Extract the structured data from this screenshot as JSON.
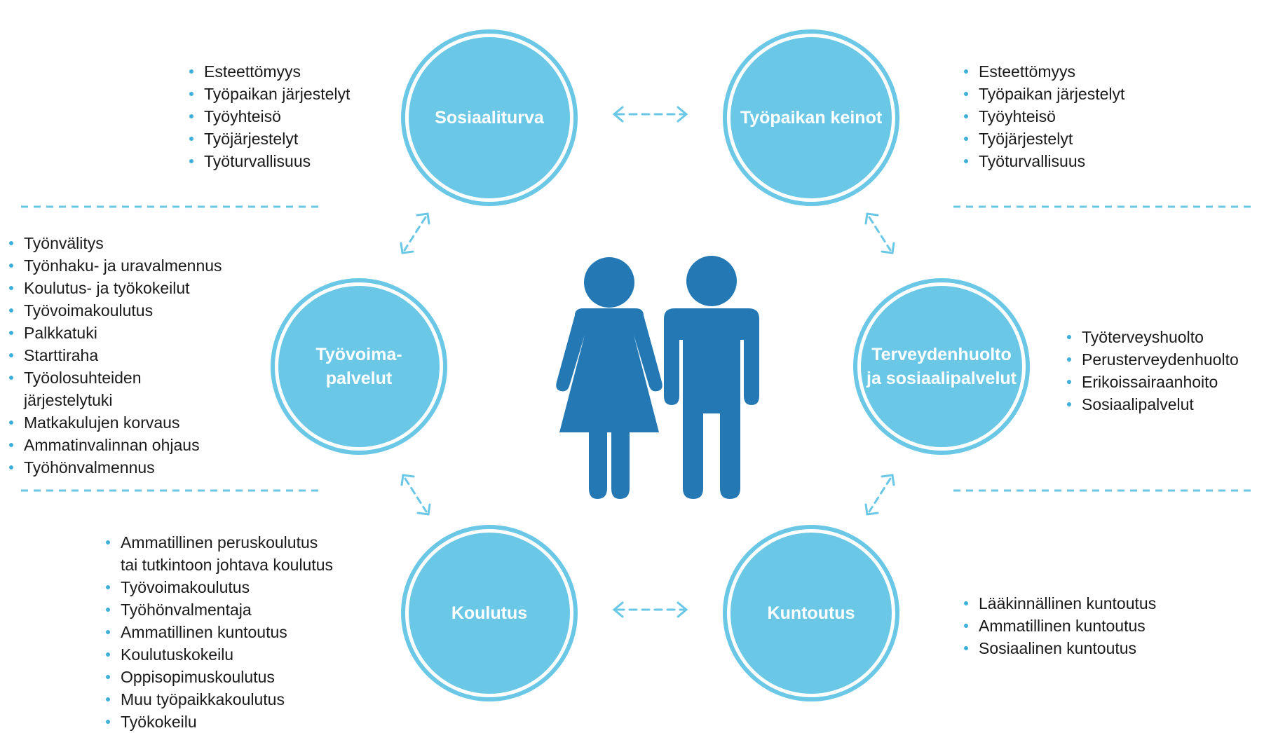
{
  "colors": {
    "circle": "#6ac8e6",
    "figure": "#2479b5",
    "connector": "#6ac8e6",
    "bullet": "#3fb0dc"
  },
  "circles": {
    "sosiaaliturva": "Sosiaaliturva",
    "tyopaikan_keinot": "Työpaikan keinot",
    "tyovoimapalvelut": "Työvoima-\npalvelut",
    "terveydenhuolto": "Terveydenhuolto\nja sosiaalipalvelut",
    "koulutus": "Koulutus",
    "kuntoutus": "Kuntoutus"
  },
  "lists": {
    "sosiaaliturva": [
      "Esteettömyys",
      "Työpaikan järjestelyt",
      "Työyhteisö",
      "Työjärjestelyt",
      "Työturvallisuus"
    ],
    "tyopaikan_keinot": [
      "Esteettömyys",
      "Työpaikan järjestelyt",
      "Työyhteisö",
      "Työjärjestelyt",
      "Työturvallisuus"
    ],
    "tyovoimapalvelut": [
      "Työnvälitys",
      "Työnhaku- ja uravalmennus",
      "Koulutus- ja työkokeilut",
      "Työvoimakoulutus",
      "Palkkatuki",
      "Starttiraha",
      "Työolosuhteiden\njärjestelytuki",
      "Matkakulujen korvaus",
      "Ammatinvalinnan ohjaus",
      "Työhönvalmennus"
    ],
    "terveydenhuolto": [
      "Työterveyshuolto",
      "Perusterveydenhuolto",
      "Erikoissairaanhoito",
      "Sosiaalipalvelut"
    ],
    "koulutus": [
      "Ammatillinen peruskoulutus\ntai tutkintoon johtava koulutus",
      "Työvoimakoulutus",
      "Työhönvalmentaja",
      "Ammatillinen kuntoutus",
      "Koulutuskokeilu",
      "Oppisopimuskoulutus",
      "Muu työpaikkakoulutus",
      "Työkokeilu"
    ],
    "kuntoutus": [
      "Lääkinnällinen kuntoutus",
      "Ammatillinen kuntoutus",
      "Sosiaalinen kuntoutus"
    ]
  },
  "icons": {
    "woman": "woman-icon",
    "man": "man-icon"
  }
}
